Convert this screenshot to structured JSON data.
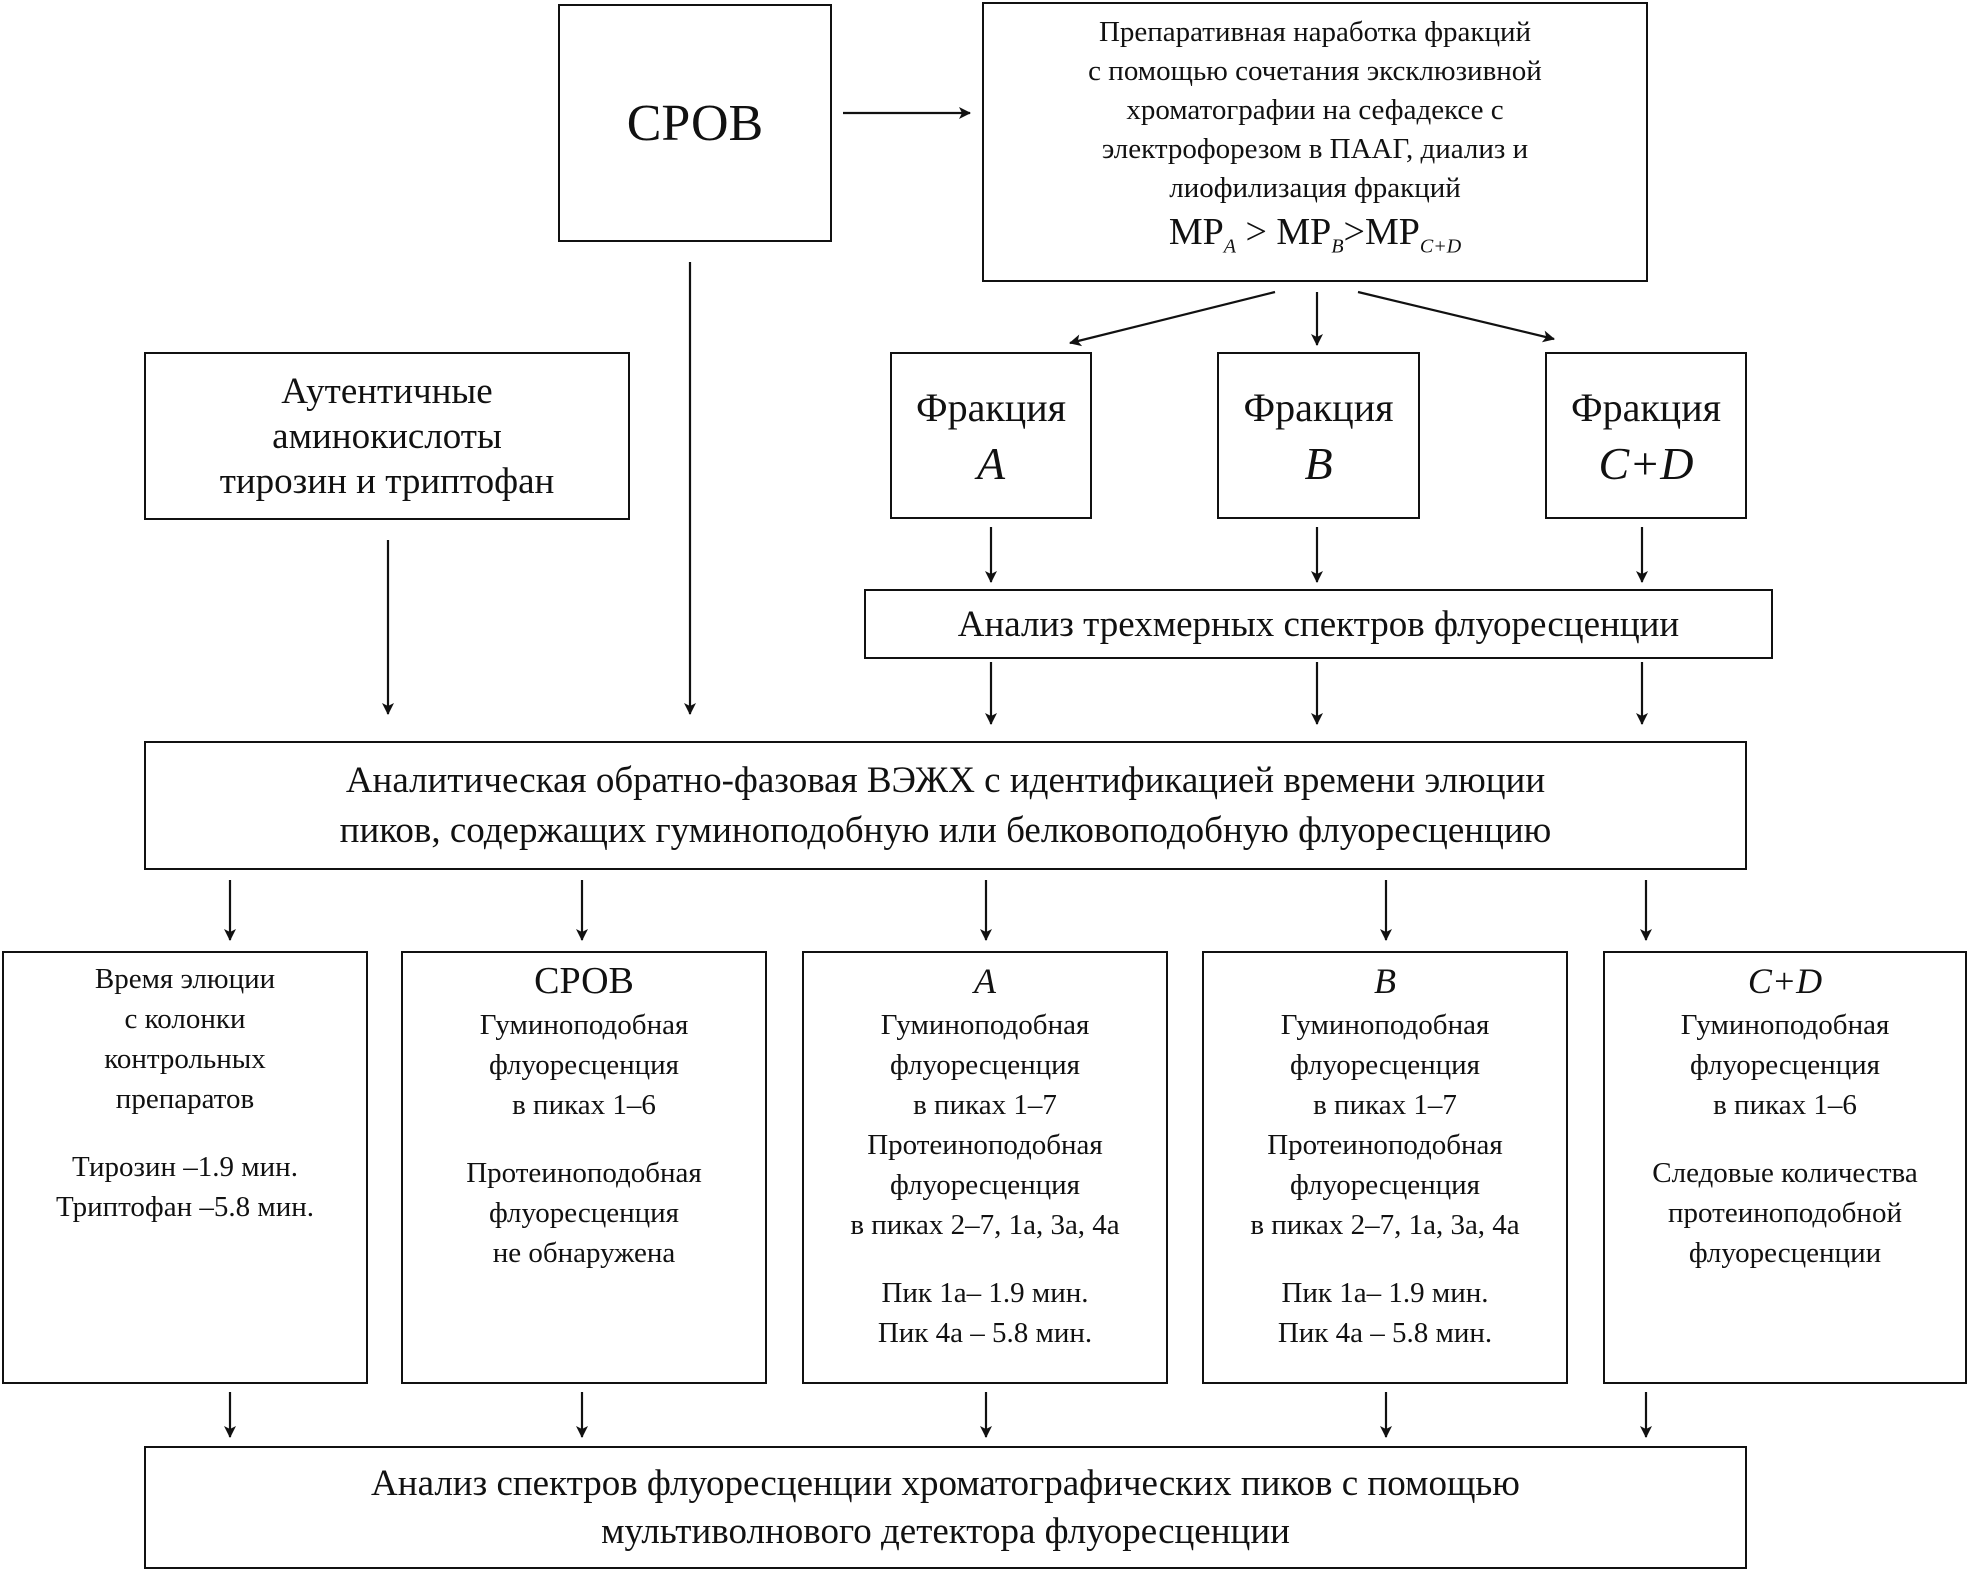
{
  "srov_box": {
    "label": "СРОВ"
  },
  "prep_box": {
    "lines": [
      "Препаративная наработка фракций",
      "с помощью сочетания эксклюзивной",
      "хроматографии на сефадексе с",
      "электрофорезом в ПААГ, диализ и",
      "лиофилизация фракций"
    ],
    "formula": {
      "mp": "МР",
      "sub_a": "A",
      "gt1": " > ",
      "sub_b": "B",
      "gt2": ">",
      "sub_cd": "C+D"
    }
  },
  "amino_box": {
    "lines": [
      "Аутентичные",
      "аминокислоты",
      "тирозин и триптофан"
    ]
  },
  "fractions": [
    {
      "title": "Фракция",
      "letter": "A"
    },
    {
      "title": "Фракция",
      "letter": "B"
    },
    {
      "title": "Фракция",
      "letter": "C+D"
    }
  ],
  "analysis3d_box": {
    "label": "Анализ трехмерных спектров флуоресценции"
  },
  "hplc_box": {
    "lines": [
      "Аналитическая обратно-фазовая ВЭЖХ с идентификацией времени элюции",
      "пиков, содержащих гуминоподобную или белковоподобную флуоресценцию"
    ]
  },
  "results": [
    {
      "title": "",
      "lines": [
        "Время элюции",
        "с колонки",
        "контрольных",
        "препаратов",
        "",
        "Тирозин –1.9 мин.",
        "Триптофан –5.8 мин."
      ]
    },
    {
      "title": "СРОВ",
      "title_italic": false,
      "lines": [
        "Гуминоподобная",
        "флуоресценция",
        "в пиках 1–6",
        "",
        "Протеиноподобная",
        "флуоресценция",
        "не обнаружена"
      ]
    },
    {
      "title": "A",
      "title_italic": true,
      "lines": [
        "Гуминоподобная",
        "флуоресценция",
        "в пиках 1–7",
        "Протеиноподобная",
        "флуоресценция",
        "в пиках 2–7, 1а, 3а, 4а",
        "",
        "Пик 1а– 1.9 мин.",
        "Пик 4а – 5.8 мин."
      ]
    },
    {
      "title": "B",
      "title_italic": true,
      "lines": [
        "Гуминоподобная",
        "флуоресценция",
        "в пиках 1–7",
        "Протеиноподобная",
        "флуоресценция",
        "в пиках 2–7, 1а, 3а, 4а",
        "",
        "Пик 1а– 1.9 мин.",
        "Пик 4а – 5.8 мин."
      ]
    },
    {
      "title": "C+D",
      "title_italic": true,
      "lines": [
        "Гуминоподобная",
        "флуоресценция",
        "в пиках 1–6",
        "",
        "Следовые количества",
        "протеиноподобной",
        "флуоресценции"
      ]
    }
  ],
  "final_box": {
    "lines": [
      "Анализ спектров флуоресценции хроматографических пиков с помощью",
      "мультиволнового детектора флуоресценции"
    ]
  }
}
